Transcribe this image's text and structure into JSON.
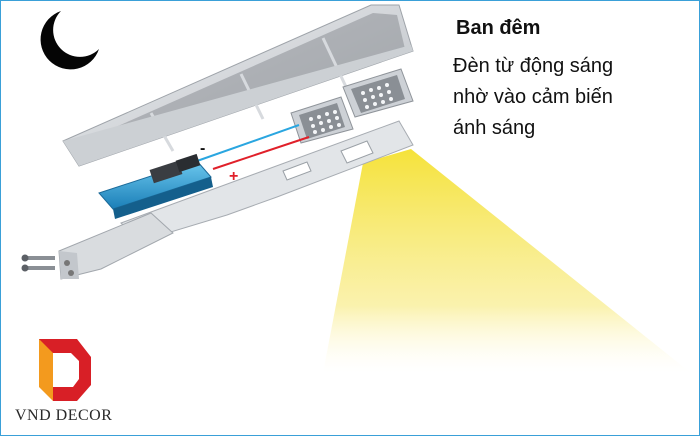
{
  "info": {
    "title": "Ban đêm",
    "description_lines": [
      "Đèn từ động sáng",
      "nhờ vào cảm biến",
      "ánh sáng"
    ]
  },
  "diagram": {
    "minus_sign": "-",
    "plus_sign": "+",
    "wire_colors": {
      "negative": "#2aa6e0",
      "positive": "#e0202a"
    },
    "light_beam_color": "#f5e23a",
    "moon_icon": "crescent-moon"
  },
  "brand": {
    "name": "VND DECOR",
    "logo_colors": {
      "red": "#d81f26",
      "orange": "#f39a1e"
    }
  }
}
